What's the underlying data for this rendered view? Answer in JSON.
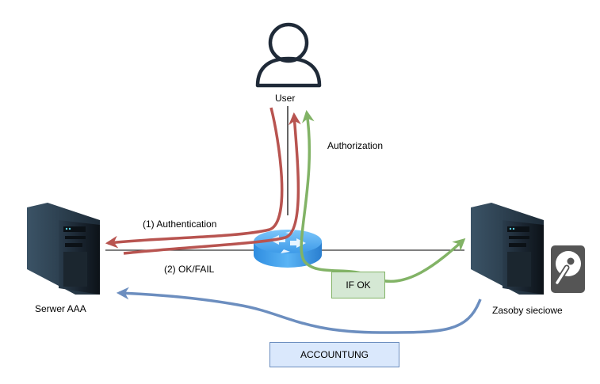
{
  "diagram": {
    "nodes": {
      "user": {
        "label": "User",
        "icon": "user-icon"
      },
      "aaa_server": {
        "label": "Serwer AAA",
        "icon": "server-tower-icon"
      },
      "resources": {
        "label": "Zasoby sieciowe",
        "icon": "server-tower-icon",
        "badge_icon": "hard-drive-icon"
      },
      "router": {
        "icon": "router-icon"
      }
    },
    "edge_labels": {
      "authentication": "(1) Authentication",
      "ok_fail": "(2) OK/FAIL",
      "authorization": "Authorization"
    },
    "boxes": {
      "if_ok": "IF OK",
      "accounting": "ACCOUNTUNG"
    },
    "colors": {
      "authentication_arrow": "#b85450",
      "authorization_arrow": "#82b366",
      "accounting_arrow": "#6c8ebf",
      "link_line": "#333333",
      "if_ok_fill": "#d5e8d4",
      "accounting_fill": "#dae8fc",
      "user_icon": "#1f2a38"
    }
  }
}
